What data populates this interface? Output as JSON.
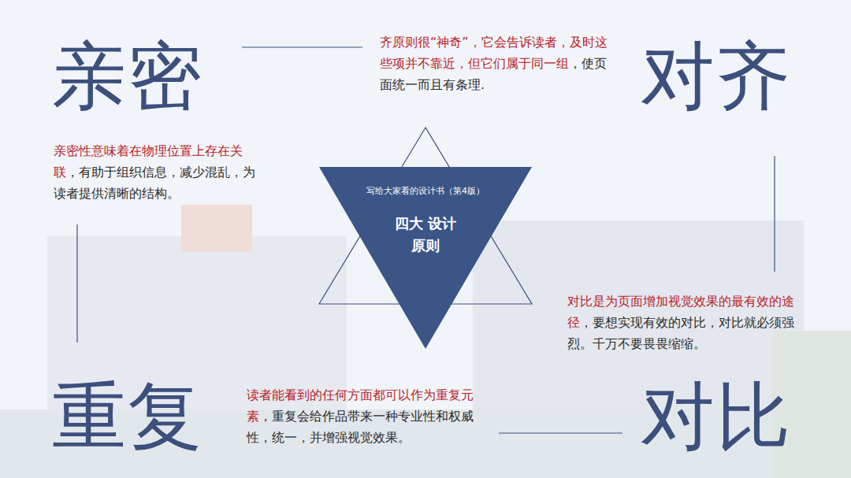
{
  "diagram": {
    "nodes": [
      {
        "text": [
          "写给大家看的设计书（第4版）",
          "四大 设计原则"
        ]
      }
    ],
    "labels": [
      "亲密",
      "齐原则很“神奇”，它会告诉读者，及时这些项并不靠近，但它们属于同一组",
      "，使页面统一而且有条理.",
      "对齐",
      "亲密性意味着在物理位置上存在关联",
      "，有助于组织信息，减少混乱，为读者提供清晰的结构。",
      "对比是为页面增加视觉效果的最有效的途径",
      "，要想实现有效的对比，对比就必须强烈。千万不要畏畏缩缩。",
      "重复",
      "读者能看到的任何方面都可以作为重复元素",
      "，重复会给作品带来一种专业性和权威性，统一，并增强视觉效果。",
      "对比"
    ]
  }
}
